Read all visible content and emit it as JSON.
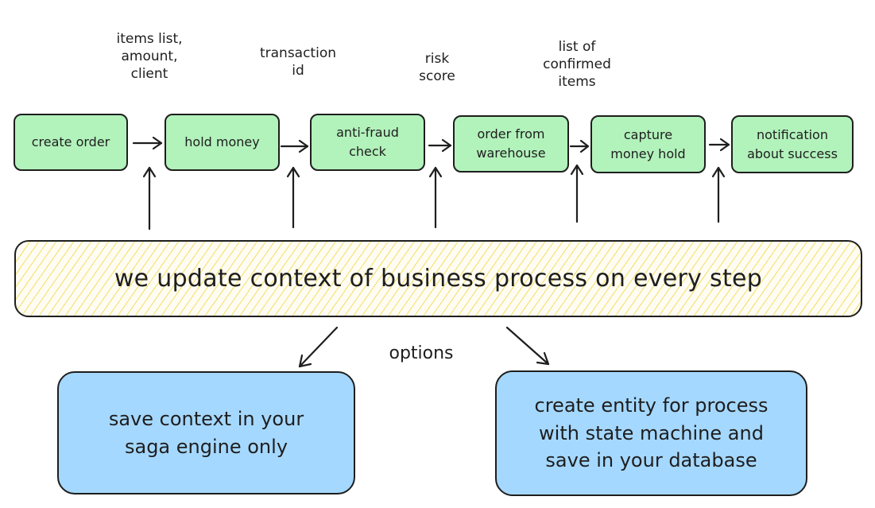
{
  "annotations": [
    {
      "id": "items-list-amount-client",
      "text": "items list,\namount,\nclient"
    },
    {
      "id": "transaction-id",
      "text": "transaction\nid"
    },
    {
      "id": "risk-score",
      "text": "risk\nscore"
    },
    {
      "id": "list-of-confirmed-items",
      "text": "list of\nconfirmed\nitems"
    }
  ],
  "steps": [
    {
      "id": "create-order",
      "label": "create order"
    },
    {
      "id": "hold-money",
      "label": "hold money"
    },
    {
      "id": "anti-fraud-check",
      "label": "anti-fraud\ncheck"
    },
    {
      "id": "order-from-warehouse",
      "label": "order from\nwarehouse"
    },
    {
      "id": "capture-money-hold",
      "label": "capture\nmoney hold"
    },
    {
      "id": "notification-about-success",
      "label": "notification\nabout success"
    }
  ],
  "context_banner": "we update context of business process on every step",
  "options_label": "options",
  "options": [
    {
      "id": "saga-engine",
      "label": "save context in your\nsaga engine only"
    },
    {
      "id": "entity-state-machine",
      "label": "create entity for process\nwith state machine and\nsave in your database"
    }
  ],
  "colors": {
    "step_fill": "#b2f2bb",
    "banner_hatch": "#f5e27a",
    "option_fill": "#a5d8ff",
    "stroke": "#1e1e1e"
  }
}
